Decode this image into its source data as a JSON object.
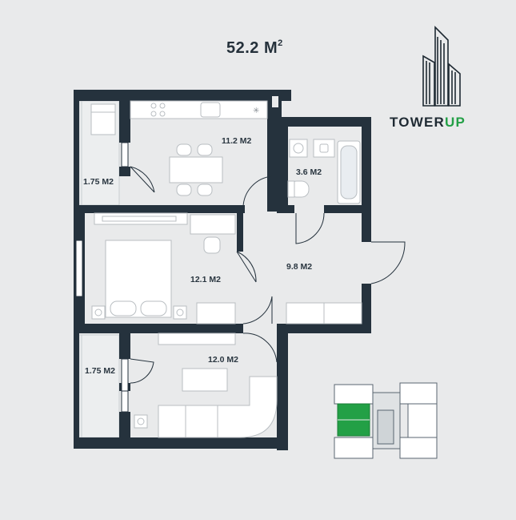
{
  "plan": {
    "total_area": "52.2 M",
    "total_area_unit_sup": "2"
  },
  "brand": {
    "part1": "TOWER",
    "part2": "UP",
    "accent_color": "#23a046",
    "wall_color": "#25323d"
  },
  "rooms": [
    {
      "id": "kitchen",
      "label": "11.2 M2"
    },
    {
      "id": "bathroom",
      "label": "3.6 M2"
    },
    {
      "id": "balcony-top",
      "label": "1.75 M2"
    },
    {
      "id": "bedroom",
      "label": "12.1 M2"
    },
    {
      "id": "hall",
      "label": "9.8 M2"
    },
    {
      "id": "balcony-bottom",
      "label": "1.75 M2"
    },
    {
      "id": "living",
      "label": "12.0 M2"
    }
  ]
}
